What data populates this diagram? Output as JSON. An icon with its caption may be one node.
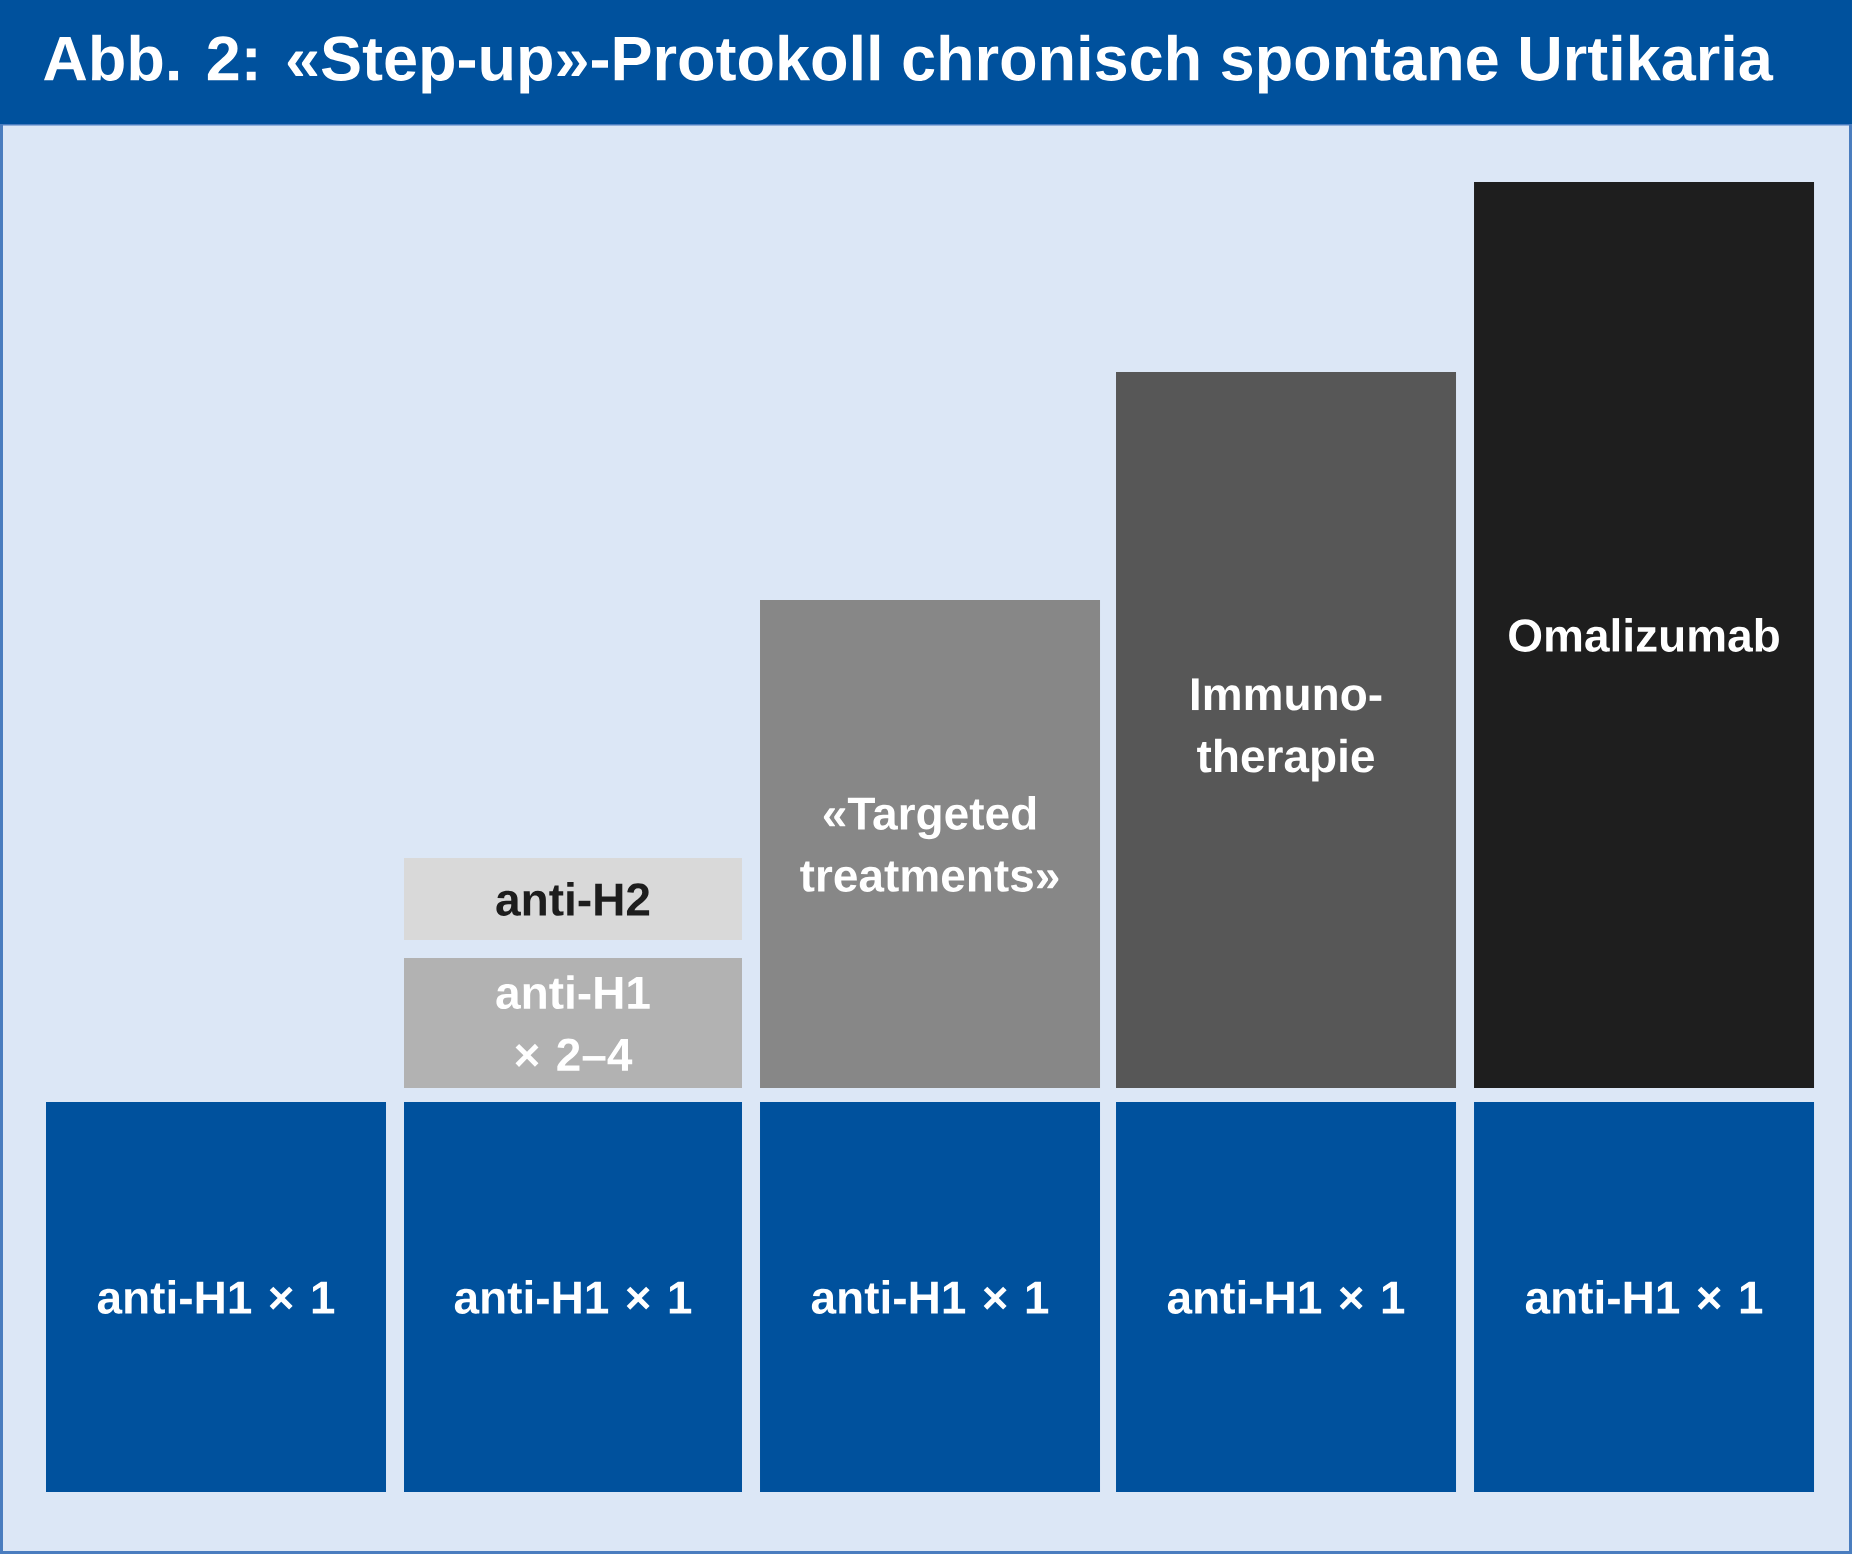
{
  "diagram": {
    "title": "Abb. 2: «Step-up»-Protokoll chronisch spontane Urtikaria",
    "nodes": [
      {
        "text": [
          "anti-H1 × 1"
        ]
      },
      {
        "text": [
          "anti-H2"
        ]
      },
      {
        "text": [
          "anti-H1 × 2–4"
        ]
      },
      {
        "text": [
          "anti-H1 × 1"
        ]
      },
      {
        "text": [
          "«Targeted treatments»"
        ]
      },
      {
        "text": [
          "anti-H1 × 1"
        ]
      },
      {
        "text": [
          "Immuno- therapie"
        ]
      },
      {
        "text": [
          "anti-H1 × 1"
        ]
      },
      {
        "text": [
          "Omalizumab"
        ]
      },
      {
        "text": [
          "anti-H1 × 1"
        ]
      }
    ]
  }
}
